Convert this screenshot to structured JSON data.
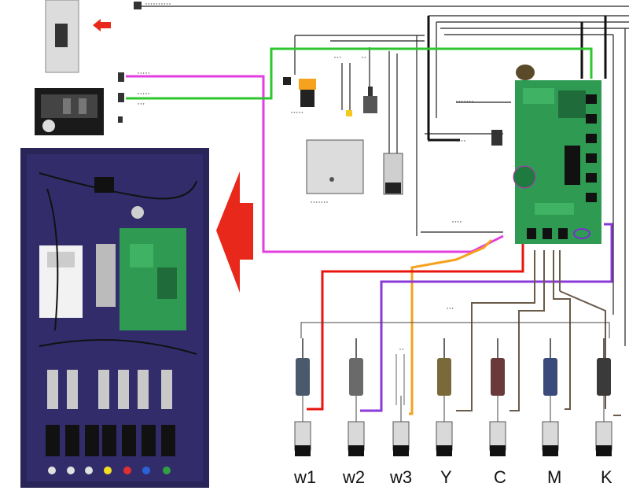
{
  "diagram": {
    "channels": [
      {
        "id": "w1",
        "label": "w1",
        "wire": "#e8140e"
      },
      {
        "id": "w2",
        "label": "w2",
        "wire": "#8a3ad8"
      },
      {
        "id": "w3",
        "label": "w3",
        "wire": "#f5a21d"
      },
      {
        "id": "Y",
        "label": "Y",
        "wire": "#6a5a4a"
      },
      {
        "id": "C",
        "label": "C",
        "wire": "#6a5a4a"
      },
      {
        "id": "M",
        "label": "M",
        "wire": "#6a5a4a"
      },
      {
        "id": "K",
        "label": "K",
        "wire": "#6a5a4a"
      }
    ],
    "colors": {
      "magenta_wire": "#e23ee0",
      "green_wire": "#2ec52e",
      "red_wire": "#e8140e",
      "purple_wire": "#8a3ad8",
      "orange_wire": "#f5a21d",
      "cabinet": "#2a2558",
      "board": "#2e9a52",
      "arrow": "#e8281a"
    },
    "icons": [
      "red-arrow-icon",
      "ink-cartridge-icon",
      "damper-icon",
      "circuit-board-icon",
      "float-sensor-icon"
    ]
  }
}
